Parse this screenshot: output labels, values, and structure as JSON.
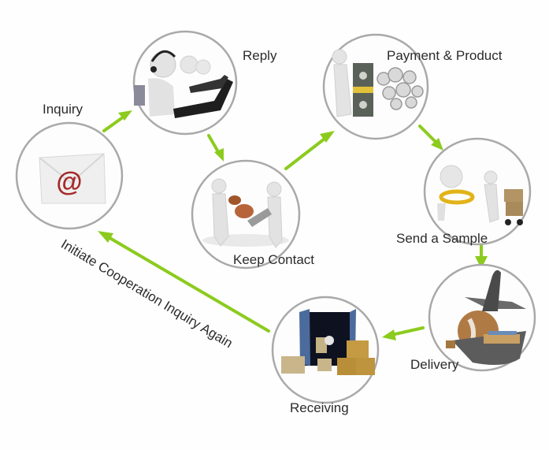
{
  "diagram": {
    "type": "process-cycle",
    "accent_color": "#8ccb1e",
    "ring_color": "#a9a9a9",
    "steps": [
      {
        "id": "inquiry",
        "label": "Inquiry",
        "icon": "email-at-envelope-icon"
      },
      {
        "id": "reply",
        "label": "Reply",
        "icon": "call-center-agents-icon"
      },
      {
        "id": "keep-contact",
        "label": "Keep Contact",
        "icon": "handshake-exchange-icon"
      },
      {
        "id": "payment-product",
        "label": "Payment & Product",
        "icon": "money-gears-icon"
      },
      {
        "id": "send-sample",
        "label": "Send a Sample",
        "icon": "sample-trolley-icon"
      },
      {
        "id": "delivery",
        "label": "Delivery",
        "icon": "plane-ship-globe-icon"
      },
      {
        "id": "receiving",
        "label": "Receiving",
        "icon": "container-boxes-icon"
      }
    ],
    "edges": [
      {
        "from": "inquiry",
        "to": "reply"
      },
      {
        "from": "reply",
        "to": "keep-contact"
      },
      {
        "from": "keep-contact",
        "to": "payment-product"
      },
      {
        "from": "payment-product",
        "to": "send-sample"
      },
      {
        "from": "send-sample",
        "to": "delivery"
      },
      {
        "from": "delivery",
        "to": "receiving"
      },
      {
        "from": "receiving",
        "to": "inquiry",
        "label": "Initiate Cooperation Inquiry Again"
      }
    ]
  }
}
